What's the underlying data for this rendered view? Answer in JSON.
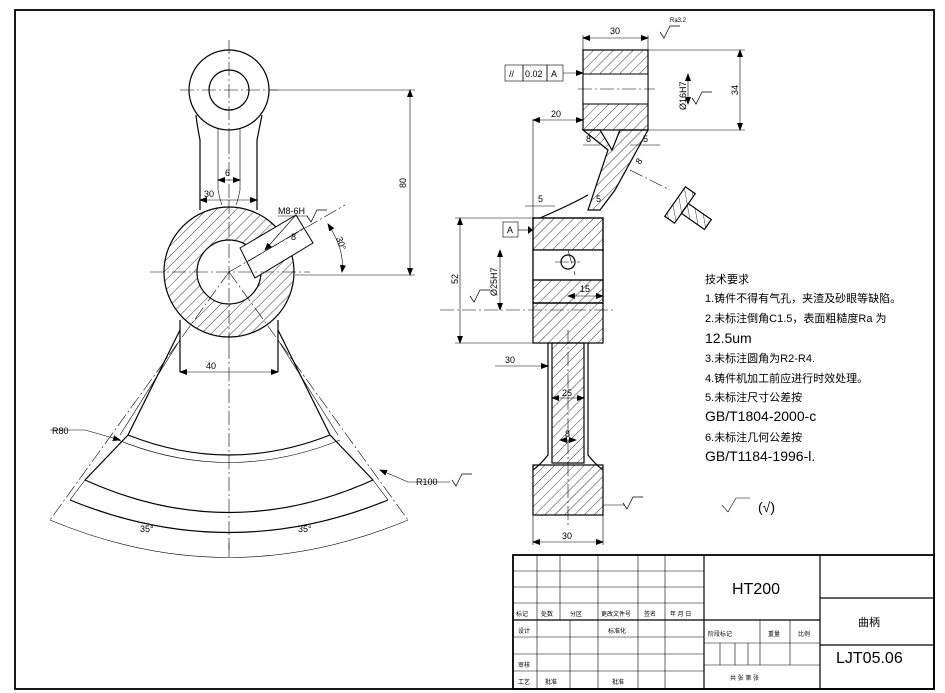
{
  "front_view": {
    "dim_30": "30",
    "dim_6": "6",
    "dim_80": "80",
    "dim_40": "40",
    "thread": "M8-6H",
    "dim_8": "8",
    "angle_30": "30°",
    "r80": "R80",
    "r100": "R100",
    "angle_35_left": "35°",
    "angle_35_right": "35°"
  },
  "side_view": {
    "dim_30_top": "30",
    "dim_34": "34",
    "bore_16": "Ø16H7",
    "dim_20": "20",
    "dim_8": "8",
    "dim_5_right": "5",
    "dim_5_left": "5",
    "datum_letter": "A",
    "parallelism_symbol": "//",
    "parallelism_value": "0.02",
    "parallelism_datum": "A",
    "dim_52": "52",
    "bore_25": "Ø25H7",
    "dim_15": "15",
    "dim_30_mid": "30",
    "dim_25": "25",
    "dim_8_lower": "8",
    "dim_30_bottom": "30"
  },
  "roughness_label": "Ra3.2",
  "tech_requirements": {
    "heading": "技术要求",
    "items": [
      "1.铸件不得有气孔，夹渣及砂眼等缺陷。",
      "2.未标注倒角C1.5，表面粗糙度Ra 为",
      "12.5um",
      "3.未标注圆角为R2-R4.",
      "4.铸件机加工前应进行时效处理。",
      "5.未标注尺寸公差按",
      "GB/T1804-2000-c",
      "6.未标注几何公差按",
      "GB/T1184-1996-l."
    ],
    "roughness_note": "(√)"
  },
  "title_block": {
    "material": "HT200",
    "part_name": "曲柄",
    "drawing_no": "LJT05.06",
    "rev_headers": [
      "标记",
      "处数",
      "分区",
      "更改文件号",
      "签名",
      "年 月 日"
    ],
    "design": "设计",
    "standard": "标准化",
    "review": "审核",
    "process": "工艺",
    "approve": "批准",
    "stage_mark": "阶段标记",
    "weight": "重量",
    "scale": "比例",
    "sheets": "共 张 第 张"
  }
}
